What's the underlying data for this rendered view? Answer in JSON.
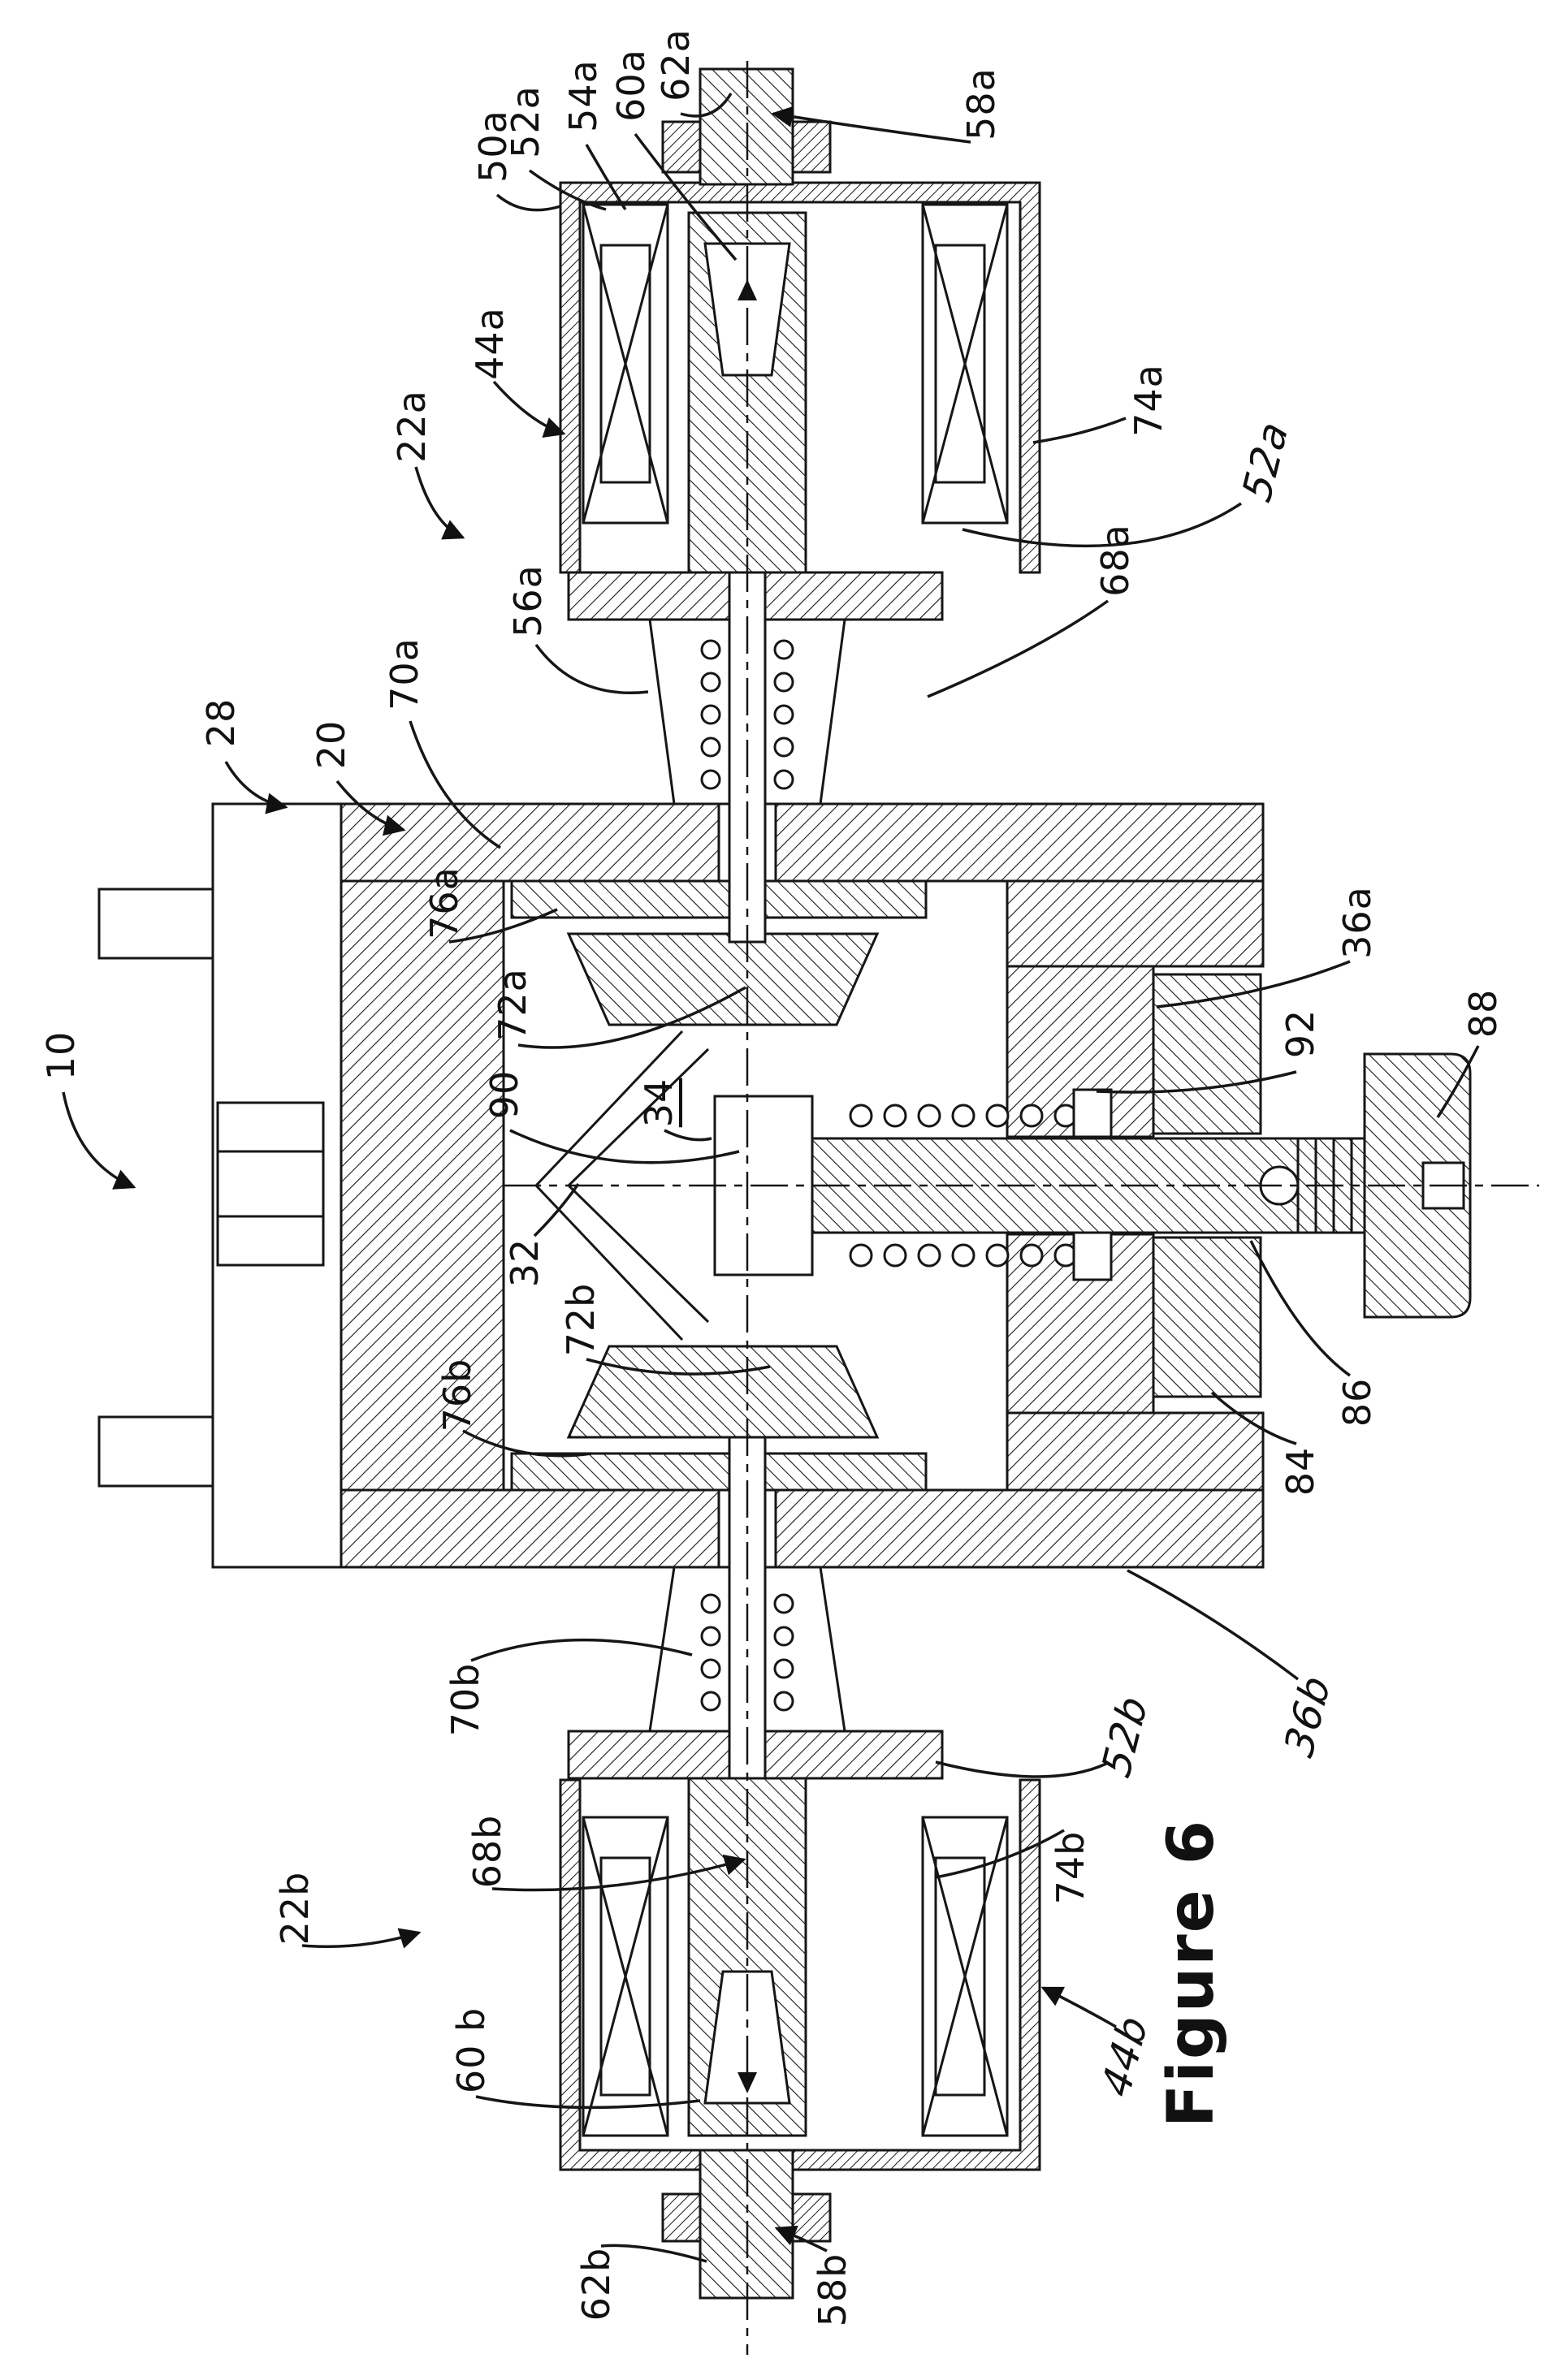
{
  "figure": {
    "caption": "Figure 6"
  },
  "labels": {
    "n10": "10",
    "n20": "20",
    "n28": "28",
    "n22a": "22a",
    "n44a": "44a",
    "n50a": "50a",
    "n52a": "52a",
    "n54a": "54a",
    "n56a": "56a",
    "n58a": "58a",
    "n60a": "60a",
    "n62a": "62a",
    "n68a": "68a",
    "n70a": "70a",
    "n72a": "72a",
    "n74a": "74a",
    "n76a": "76a",
    "hw52a": "52a",
    "n90": "90",
    "n34": "34",
    "n32": "32",
    "n36a": "36a",
    "n92": "92",
    "n88": "88",
    "n86": "86",
    "n84": "84",
    "n72b": "72b",
    "n76b": "76b",
    "n70b": "70b",
    "n68b": "68b",
    "n22b": "22b",
    "n60b": "60 b",
    "n62b": "62b",
    "n58b": "58b",
    "n74b": "74b",
    "hw52b": "52b",
    "hw36b": "36b",
    "hw44b": "44b"
  }
}
